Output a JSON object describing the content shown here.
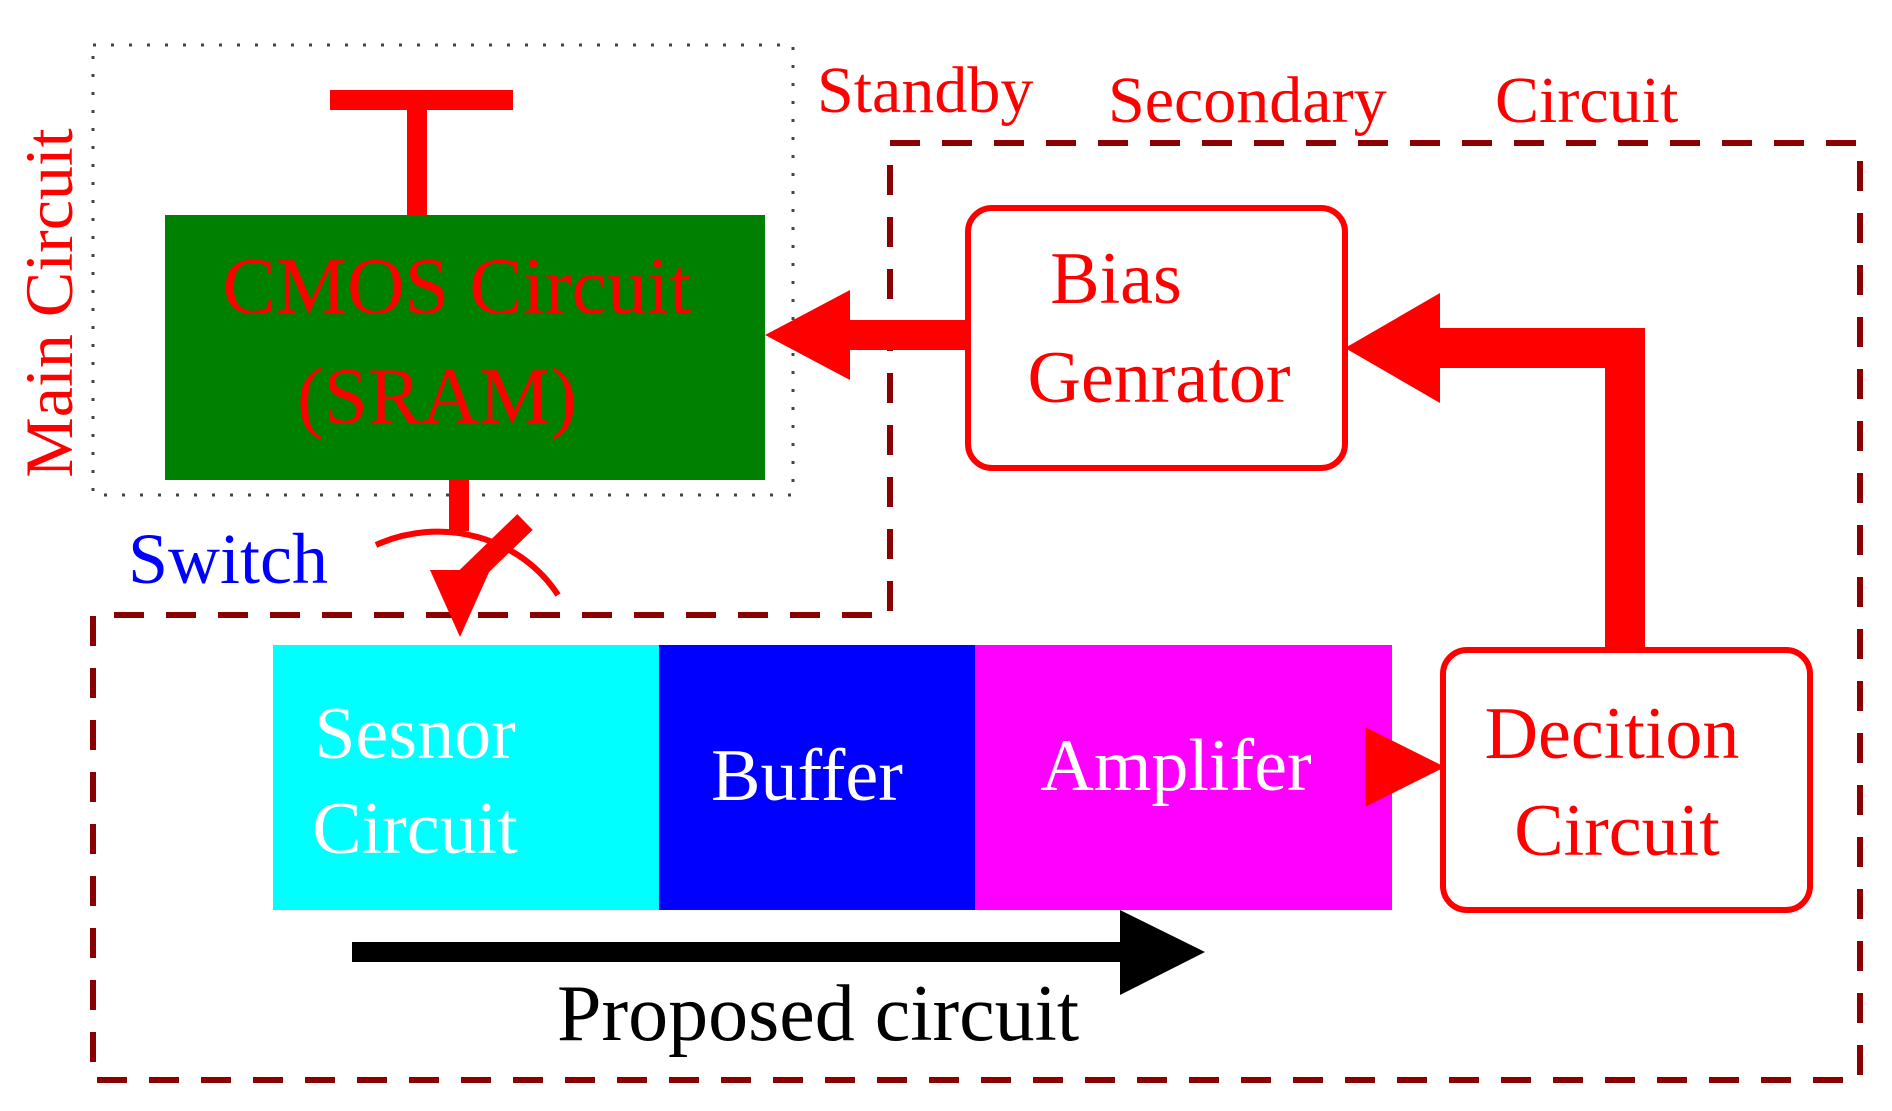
{
  "labels": {
    "main_circuit": "Main Circuit",
    "standby": "Standby",
    "secondary": "Secondary",
    "circuit_heading": "Circuit",
    "cmos_line1": "CMOS Circuit",
    "cmos_line2": "(SRAM)",
    "bias_line1": "Bias",
    "bias_line2": "Genrator",
    "switch": "Switch",
    "sensor_line1": "Sesnor",
    "sensor_line2": "Circuit",
    "buffer": "Buffer",
    "amplifier": "Amplifer",
    "decision_line1": "Decition",
    "decision_line2": "Circuit",
    "proposed": "Proposed circuit"
  },
  "colors": {
    "red": "#ff0000",
    "dark_red": "#8b0000",
    "dotted_gray": "#444444",
    "cmos_fill": "#008000",
    "sensor_fill": "#00ffff",
    "buffer_fill": "#0000ff",
    "amplifier_fill": "#ff00ff",
    "switch_label": "#0000ff",
    "black": "#000000",
    "white": "#ffffff"
  }
}
